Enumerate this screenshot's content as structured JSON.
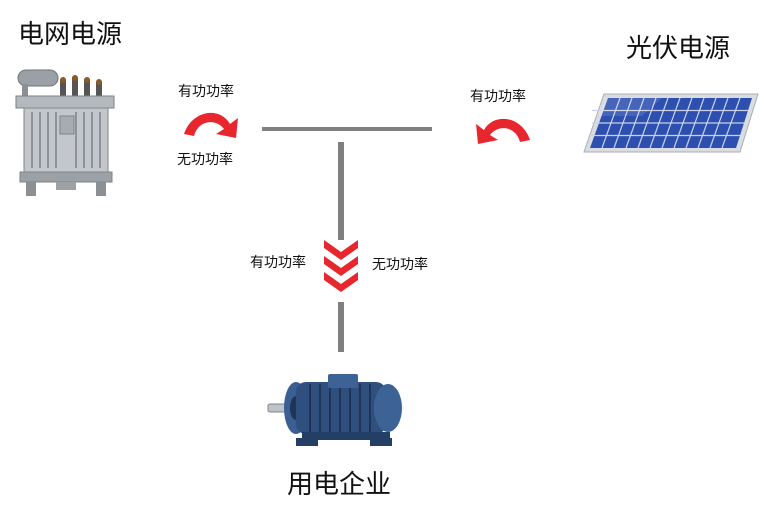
{
  "nodes": {
    "grid": {
      "title": "电网电源"
    },
    "pv": {
      "title": "光伏电源"
    },
    "load": {
      "title": "用电企业"
    }
  },
  "flows": {
    "grid_active": "有功功率",
    "grid_reactive": "无功功率",
    "pv_active": "有功功率",
    "load_active": "有功功率",
    "load_reactive": "无功功率"
  },
  "icons": {
    "grid": "transformer-icon",
    "pv": "solar-panel-icon",
    "load": "electric-motor-icon",
    "arrows": "curved-arrow-icon"
  },
  "colors": {
    "arrow": "#e8262e",
    "line": "#808080",
    "motor": "#2f4f7f",
    "panel": "#2d4fb0"
  }
}
